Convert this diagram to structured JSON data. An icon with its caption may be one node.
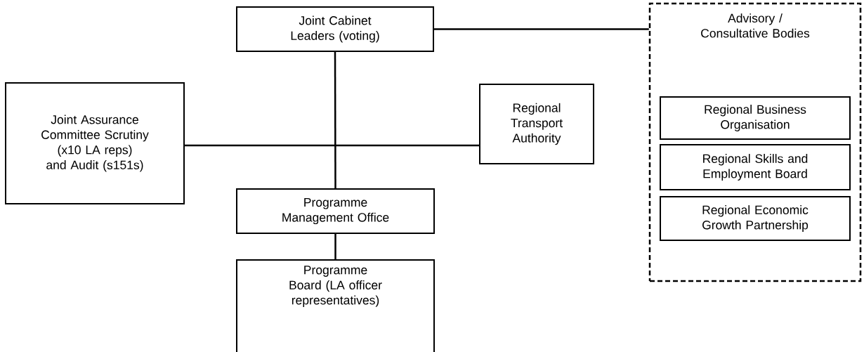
{
  "diagram": {
    "nodes": [
      {
        "text": [
          "Joint Cabinet Leaders (voting)"
        ]
      },
      {
        "text": [
          "Advisory / Consultative Bodies"
        ]
      },
      {
        "text": [
          "Regional Business Organisation"
        ],
        "in": 1
      },
      {
        "text": [
          "Regional Skills and Employment Board"
        ],
        "in": 1
      },
      {
        "text": [
          "Regional Economic Growth Partnership"
        ],
        "in": 1
      },
      {
        "text": [
          "Joint Assurance Committee Scrutiny (x10 LA reps) and Audit (s151s)"
        ]
      },
      {
        "text": [
          "Regional Transport Authority"
        ]
      },
      {
        "text": [
          "Programme Management Office"
        ]
      },
      {
        "text": [
          "Programme Board (LA officer representatives)"
        ]
      }
    ],
    "edges": [
      {
        "from": 0,
        "to": 1,
        "arrow": "none"
      },
      {
        "from": 0,
        "to": 7,
        "arrow": "none"
      },
      {
        "from": 5,
        "to": 6,
        "arrow": "none"
      },
      {
        "from": 7,
        "to": 8,
        "arrow": "none"
      }
    ]
  }
}
